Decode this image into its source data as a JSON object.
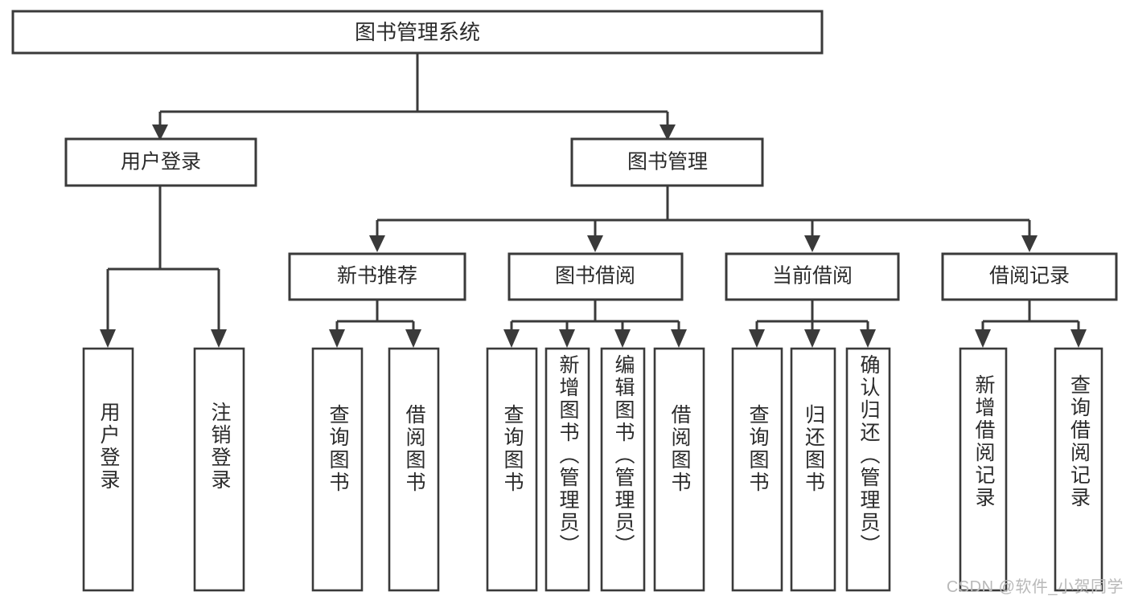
{
  "diagram": {
    "type": "tree-hierarchy-chart",
    "title_node": {
      "label": "图书管理系统"
    },
    "level1": [
      {
        "id": "user-login",
        "label": "用户登录"
      },
      {
        "id": "book-manage",
        "label": "图书管理"
      }
    ],
    "level2": [
      {
        "id": "new-book-recommend",
        "label": "新书推荐"
      },
      {
        "id": "book-borrow",
        "label": "图书借阅"
      },
      {
        "id": "current-borrow",
        "label": "当前借阅"
      },
      {
        "id": "borrow-record",
        "label": "借阅记录"
      }
    ],
    "leaves": [
      {
        "id": "leaf-user-login",
        "label": "用户登录",
        "parent": "user-login"
      },
      {
        "id": "leaf-logout-login",
        "label": "注销登录",
        "parent": "user-login"
      },
      {
        "id": "leaf-query-book-1",
        "label": "查询图书",
        "parent": "new-book-recommend"
      },
      {
        "id": "leaf-borrow-book-1",
        "label": "借阅图书",
        "parent": "new-book-recommend"
      },
      {
        "id": "leaf-query-book-2",
        "label": "查询图书",
        "parent": "book-borrow"
      },
      {
        "id": "leaf-add-book",
        "label": "新增图书（管理员）",
        "parent": "book-borrow"
      },
      {
        "id": "leaf-edit-book",
        "label": "编辑图书（管理员）",
        "parent": "book-borrow"
      },
      {
        "id": "leaf-borrow-book-2",
        "label": "借阅图书",
        "parent": "book-borrow"
      },
      {
        "id": "leaf-query-book-3",
        "label": "查询图书",
        "parent": "current-borrow"
      },
      {
        "id": "leaf-return-book",
        "label": "归还图书",
        "parent": "current-borrow"
      },
      {
        "id": "leaf-confirm-return",
        "label": "确认归还（管理员）",
        "parent": "current-borrow"
      },
      {
        "id": "leaf-add-record",
        "label": "新增借阅记录",
        "parent": "borrow-record"
      },
      {
        "id": "leaf-query-record",
        "label": "查询借阅记录",
        "parent": "borrow-record"
      }
    ],
    "colors": {
      "stroke": "#3a3a3a",
      "fill": "#ffffff",
      "text": "#2b2b2b",
      "watermark": "#b9b9b9"
    }
  },
  "watermark": {
    "text": "CSDN @软件_小贺同学"
  }
}
